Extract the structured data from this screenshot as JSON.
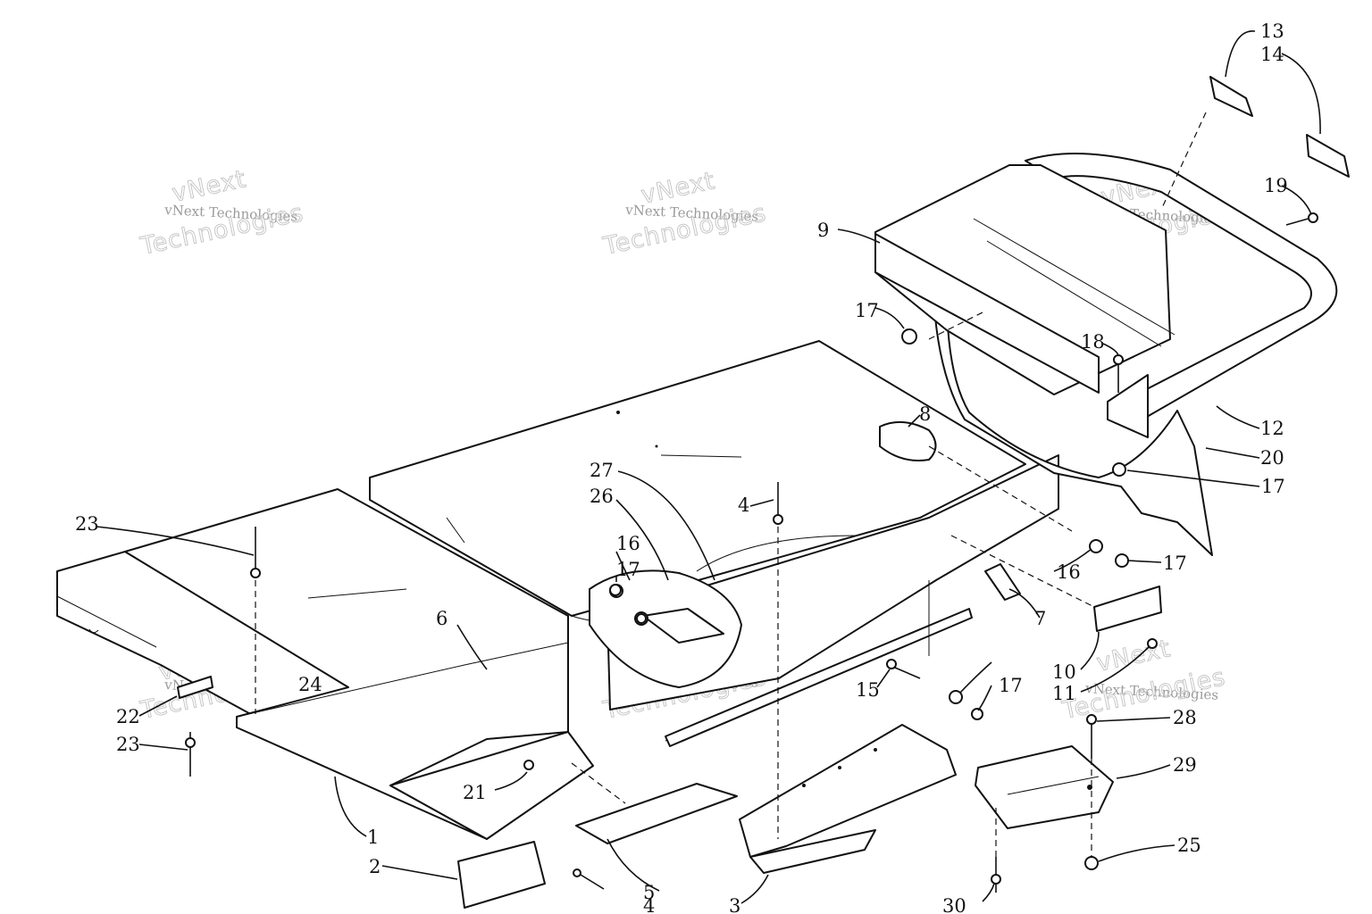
{
  "watermark": {
    "line1": "vNext Technologies",
    "line2": "Technologies",
    "line3": "vNext"
  },
  "callouts": [
    {
      "id": "c1",
      "text": "1"
    },
    {
      "id": "c2",
      "text": "2"
    },
    {
      "id": "c3",
      "text": "3"
    },
    {
      "id": "c4a",
      "text": "4"
    },
    {
      "id": "c4b",
      "text": "4"
    },
    {
      "id": "c5",
      "text": "5"
    },
    {
      "id": "c6",
      "text": "6"
    },
    {
      "id": "c7",
      "text": "7"
    },
    {
      "id": "c8",
      "text": "8"
    },
    {
      "id": "c9",
      "text": "9"
    },
    {
      "id": "c10",
      "text": "10"
    },
    {
      "id": "c11",
      "text": "11"
    },
    {
      "id": "c12",
      "text": "12"
    },
    {
      "id": "c13",
      "text": "13"
    },
    {
      "id": "c14",
      "text": "14"
    },
    {
      "id": "c15",
      "text": "15"
    },
    {
      "id": "c16a",
      "text": "16"
    },
    {
      "id": "c16b",
      "text": "16"
    },
    {
      "id": "c17a",
      "text": "17"
    },
    {
      "id": "c17b",
      "text": "17"
    },
    {
      "id": "c17c",
      "text": "17"
    },
    {
      "id": "c17d",
      "text": "17"
    },
    {
      "id": "c17e",
      "text": "17"
    },
    {
      "id": "c18",
      "text": "18"
    },
    {
      "id": "c19",
      "text": "19"
    },
    {
      "id": "c20",
      "text": "20"
    },
    {
      "id": "c21",
      "text": "21"
    },
    {
      "id": "c22",
      "text": "22"
    },
    {
      "id": "c23a",
      "text": "23"
    },
    {
      "id": "c23b",
      "text": "23"
    },
    {
      "id": "c24",
      "text": "24"
    },
    {
      "id": "c25",
      "text": "25"
    },
    {
      "id": "c26",
      "text": "26"
    },
    {
      "id": "c27",
      "text": "27"
    },
    {
      "id": "c28",
      "text": "28"
    },
    {
      "id": "c29",
      "text": "29"
    },
    {
      "id": "c30",
      "text": "30"
    }
  ]
}
